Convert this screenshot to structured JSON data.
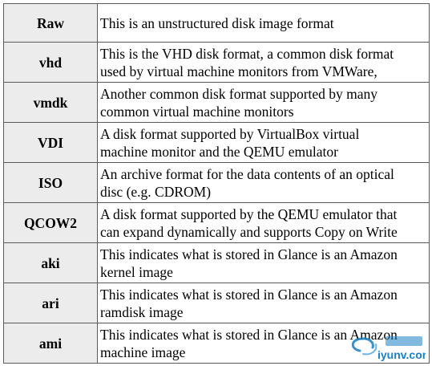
{
  "table": {
    "rows": [
      {
        "name": "Raw",
        "lines": [
          "This is an unstructured disk image format"
        ]
      },
      {
        "name": "vhd",
        "lines": [
          "This is the VHD disk format, a common disk format",
          "used by virtual machine monitors from VMWare,"
        ]
      },
      {
        "name": "vmdk",
        "lines": [
          "Another common disk format supported by many",
          "common virtual machine monitors"
        ]
      },
      {
        "name": "VDI",
        "lines": [
          "A disk format supported by VirtualBox virtual",
          "machine monitor and the QEMU emulator"
        ]
      },
      {
        "name": "ISO",
        "lines": [
          "An archive format for the data contents of an optical",
          "disc (e.g. CDROM)"
        ]
      },
      {
        "name": "QCOW2",
        "lines": [
          "A disk format supported by the QEMU emulator that",
          "can expand dynamically and supports Copy on Write"
        ]
      },
      {
        "name": "aki",
        "lines": [
          "This indicates what is stored in Glance is an Amazon",
          "kernel image"
        ]
      },
      {
        "name": "ari",
        "lines": [
          "This indicates what is stored in Glance is an Amazon",
          "ramdisk image"
        ]
      },
      {
        "name": "ami",
        "lines": [
          "This indicates what is stored in Glance is an Amazon",
          "machine image"
        ]
      }
    ]
  },
  "watermark": {
    "text": "iyunv.com",
    "color": "#1a7fc4"
  }
}
